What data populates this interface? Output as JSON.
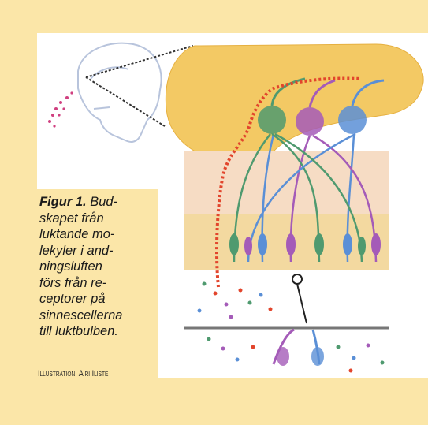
{
  "caption": {
    "label": "Figur 1.",
    "lines": [
      "Bud-",
      "skapet från",
      "luktande mo-",
      "lekyler i and-",
      "ningsluften",
      "förs från re-",
      "ceptorer på",
      "sinnescellerna",
      "till luktbulben."
    ]
  },
  "credit": "Illustration: Airi Iliste",
  "colors": {
    "background": "#fbe6a8",
    "bulb": "#f3c964",
    "green": "#4f9a6f",
    "purple": "#a45bb8",
    "blue": "#5a8fd6",
    "red": "#e2452c"
  }
}
